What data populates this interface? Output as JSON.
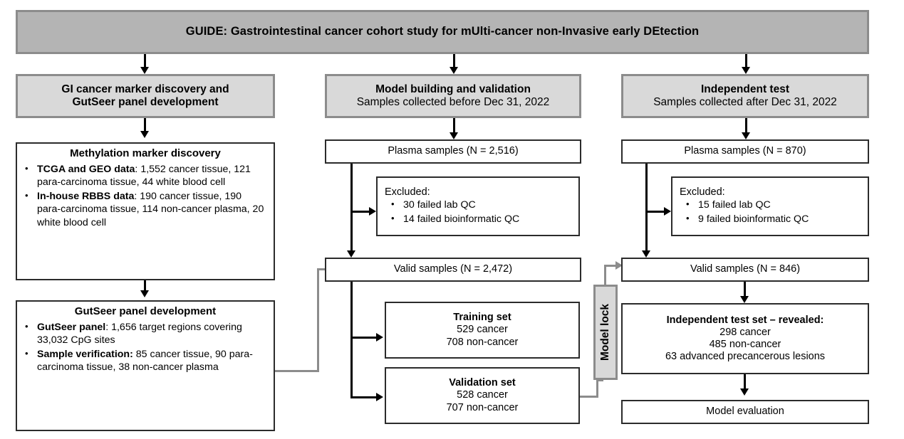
{
  "banner": {
    "title": "GUIDE: Gastrointestinal cancer cohort study for mUlti-cancer non-Invasive early DEtection"
  },
  "columns": {
    "discovery": {
      "header_line1": "GI cancer marker discovery and",
      "header_line2": "GutSeer panel development",
      "methylation": {
        "title": "Methylation marker discovery",
        "bullets": [
          {
            "label": "TCGA and GEO data",
            "sep": ": ",
            "text": "1,552 cancer tissue, 121 para-carcinoma tissue, 44 white blood cell"
          },
          {
            "label": "In-house RBBS data",
            "sep": ": ",
            "text": "190 cancer tissue, 190 para-carcinoma tissue, 114 non-cancer plasma, 20 white blood cell"
          }
        ]
      },
      "panel": {
        "title": "GutSeer panel development",
        "bullets": [
          {
            "label": "GutSeer panel",
            "sep": ": ",
            "text": "1,656 target regions covering 33,032 CpG sites"
          },
          {
            "label": "Sample verification:",
            "sep": " ",
            "text": "85 cancer tissue, 90 para-carcinoma tissue, 38 non-cancer plasma"
          }
        ]
      }
    },
    "model": {
      "header_line1": "Model building and validation",
      "header_line2": "Samples collected before Dec 31, 2022",
      "plasma": "Plasma samples (N = 2,516)",
      "excluded": {
        "title": "Excluded:",
        "items": [
          "30 failed lab QC",
          "14 failed bioinformatic QC"
        ]
      },
      "valid": "Valid samples (N = 2,472)",
      "training": {
        "title": "Training set",
        "line1": "529 cancer",
        "line2": "708 non-cancer"
      },
      "validation": {
        "title": "Validation set",
        "line1": "528 cancer",
        "line2": "707 non-cancer"
      }
    },
    "independent": {
      "header_line1": "Independent test",
      "header_line2": "Samples collected after Dec 31, 2022",
      "plasma": "Plasma samples (N = 870)",
      "excluded": {
        "title": "Excluded:",
        "items": [
          "15 failed lab QC",
          "9 failed bioinformatic QC"
        ]
      },
      "valid": "Valid samples (N = 846)",
      "testset": {
        "title": "Independent test set – revealed:",
        "line1": "298 cancer",
        "line2": "485 non-cancer",
        "line3": "63 advanced precancerous lesions"
      },
      "evaluation": "Model evaluation"
    }
  },
  "model_lock": {
    "label": "Model lock"
  },
  "colors": {
    "banner_fill": "#b4b4b4",
    "header_fill": "#d9d9d9",
    "box_border": "#2b2b2b",
    "gray_border": "#8c8c8c",
    "gray_connector": "#8c8c8c",
    "black_connector": "#000000",
    "background": "#ffffff"
  }
}
